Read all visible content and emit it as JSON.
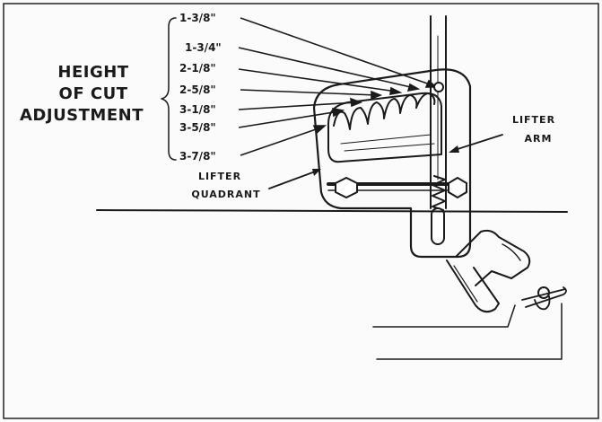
{
  "title_lines": [
    "HEIGHT",
    "OF CUT",
    "ADJUSTMENT"
  ],
  "heights": [
    "1-3/8\"",
    "1-3/4\"",
    "2-1/8\"",
    "2-5/8\"",
    "3-1/8\"",
    "3-5/8\"",
    "3-7/8\""
  ],
  "labels": {
    "lifter_arm": [
      "LIFTER",
      "ARM"
    ],
    "lifter_quadrant": [
      "LIFTER",
      "QUADRANT"
    ]
  }
}
